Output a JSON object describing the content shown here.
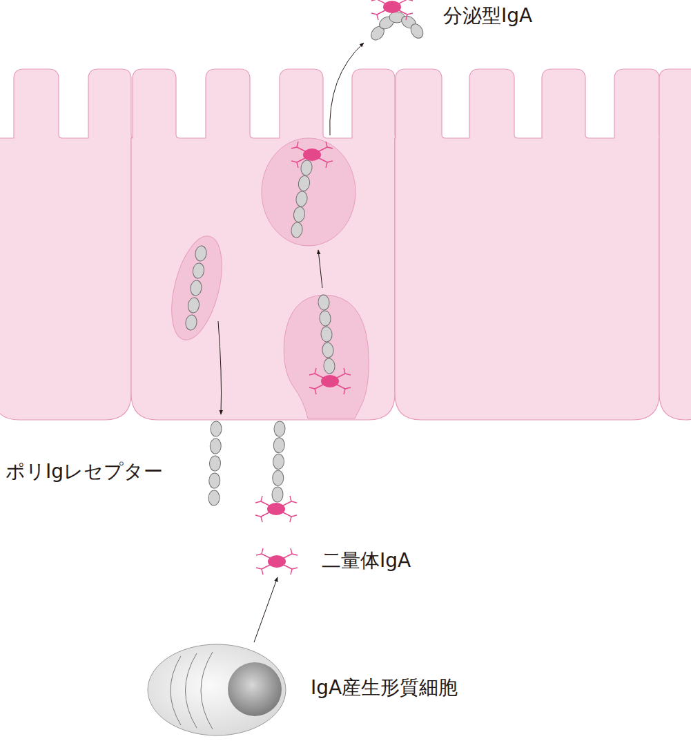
{
  "diagram": {
    "labels": [
      "分泌型IgA",
      "ポリIgレセプター",
      "二量体IgA",
      "IgA産生形質細胞"
    ]
  }
}
